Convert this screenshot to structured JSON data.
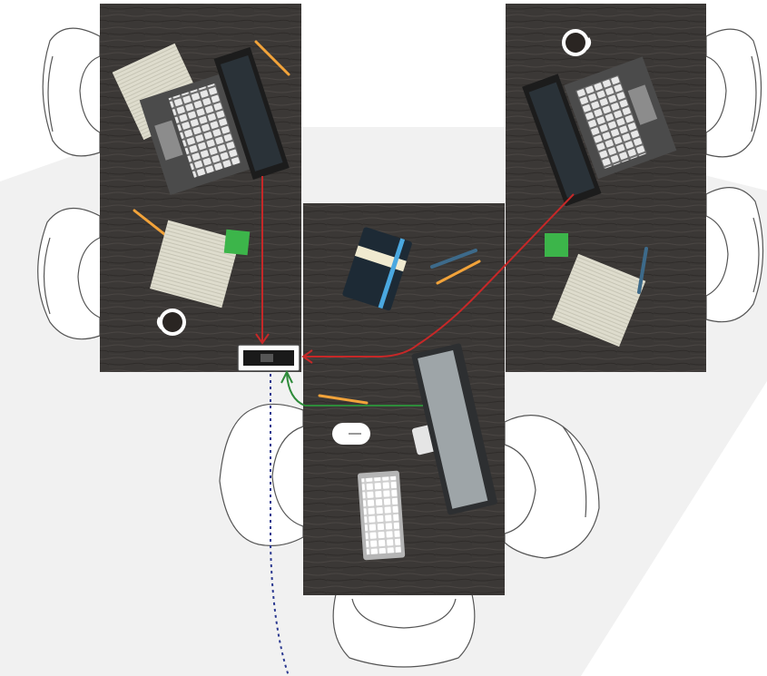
{
  "scene": {
    "description_free": true,
    "desks": [
      {
        "id": "left-desk"
      },
      {
        "id": "center-desk"
      },
      {
        "id": "right-desk"
      }
    ],
    "devices": {
      "left_laptop": "laptop-icon",
      "right_laptop": "laptop-icon",
      "desktop_monitor": "monitor-icon",
      "hub": "connection-hub-icon",
      "keyboard": "keyboard-icon",
      "mouse": "mouse-icon",
      "notebook": "notebook-icon",
      "coffee_cups": "coffee-cup-icon",
      "sticky_notes": "sticky-note-icon",
      "papers": "paper-sheet-icon",
      "pencils": "pencil-icon",
      "pens": "pen-icon",
      "chairs": "chair-icon"
    },
    "connections": [
      {
        "from": "left-laptop",
        "to": "hub",
        "color": "#c62828",
        "style": "solid"
      },
      {
        "from": "right-laptop",
        "to": "hub",
        "color": "#c62828",
        "style": "solid"
      },
      {
        "from": "desktop-monitor",
        "to": "hub",
        "color": "#2e8b3a",
        "style": "solid"
      },
      {
        "from": "hub",
        "to": "offscreen",
        "color": "#2b3990",
        "style": "dotted"
      }
    ],
    "colors": {
      "desk_wood": "#3b3836",
      "floor_band": "#efefef",
      "chair_fill": "#ffffff",
      "chair_stroke": "#555555",
      "sticky_note": "#3cb54a",
      "paper": "#dedccd",
      "pencil": "#f2a33a",
      "notebook_band": "#f0ead0",
      "notebook_ribbon": "#4aa8e0"
    }
  }
}
